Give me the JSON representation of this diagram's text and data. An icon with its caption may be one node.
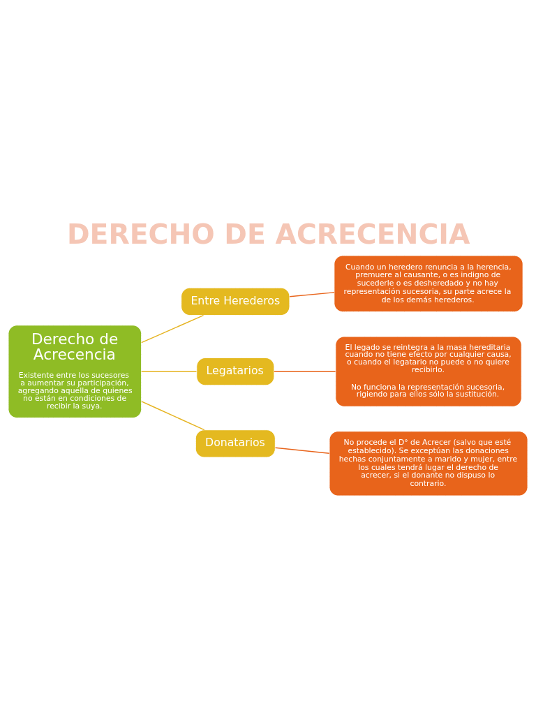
{
  "diagram": {
    "title": "DERECHO DE ACRECENCIA",
    "nodes": [
      {
        "text": [
          "Derecho de Acrecencia",
          "Existente entre los sucesores a aumentar su participación, agregando aquélla de quienes no están en condiciones de recibir la suya."
        ]
      },
      {
        "text": [
          "Entre Herederos"
        ]
      },
      {
        "text": [
          "Legatarios"
        ]
      },
      {
        "text": [
          "Donatarios"
        ]
      },
      {
        "text": [
          "Cuando un heredero renuncia a la herencia, premuere al causante, o es indigno de sucederle o es desheredado y no hay representación sucesoria, su parte acrece la de los demás herederos."
        ]
      },
      {
        "text": [
          "El legado se reintegra a la masa hereditaria cuando no tiene efecto por cualquier causa, o cuando el legatario no puede o no quiere recibirlo.",
          "No funciona la representación sucesoria, rigiendo para ellos sólo la sustitución."
        ]
      },
      {
        "text": [
          "No procede el D° de Acrecer (salvo que esté establecido). Se exceptúan las donaciones hechas conjuntamente a marido y mujer, entre los cuales tendrá lugar el derecho de acrecer, si el donante no dispuso lo contrario."
        ]
      }
    ],
    "edges": [
      {
        "from": 0,
        "to": 1,
        "arrow": "none",
        "color": "#e6b422"
      },
      {
        "from": 0,
        "to": 2,
        "arrow": "none",
        "color": "#e6b422"
      },
      {
        "from": 0,
        "to": 3,
        "arrow": "none",
        "color": "#e6b422"
      },
      {
        "from": 1,
        "to": 4,
        "arrow": "none",
        "color": "#e8641b"
      },
      {
        "from": 2,
        "to": 5,
        "arrow": "none",
        "color": "#e8641b"
      },
      {
        "from": 3,
        "to": 6,
        "arrow": "none",
        "color": "#e8641b"
      }
    ]
  }
}
